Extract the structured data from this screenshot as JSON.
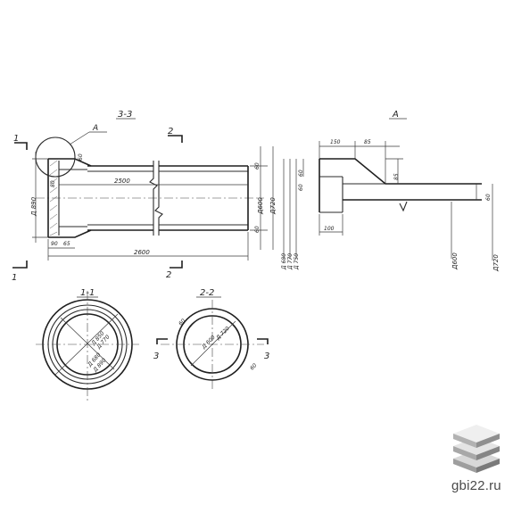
{
  "views": {
    "section_3_3": {
      "title": "3-3",
      "callout_a": "A",
      "cut_1_top": "1",
      "cut_1_bottom": "1",
      "cut_2_top": "2",
      "cut_2_bottom": "2",
      "dim_length_inner": "2500",
      "dim_length_total": "2600",
      "dim_socket_dia": "Д 890",
      "dim_barrel_dia_inner": "Д600",
      "dim_barrel_dia_outer": "Д720",
      "dim_wall_top": "60",
      "dim_wall_bottom": "60",
      "dim_socket_len_a": "90",
      "dim_socket_len_b": "65",
      "dim_socket_wall": "80",
      "dim_flange": "60",
      "dim_stack": [
        "Д 680",
        "Д 770",
        "Д 750"
      ]
    },
    "detail_a": {
      "title": "А",
      "dim_top_a": "150",
      "dim_top_b": "85",
      "dim_right_h": "85",
      "dim_right_small": "60",
      "dim_left_a": "60",
      "dim_left_b": "60",
      "dim_bottom": "100",
      "dim_dia_inner": "Д600",
      "dim_dia_outer": "Д720"
    },
    "section_1_1": {
      "title": "1-1",
      "labels": [
        "Д 850",
        "Д 770",
        "Д 680",
        "Д 890"
      ]
    },
    "section_2_2": {
      "title": "2-2",
      "cut_3_left": "3",
      "cut_3_right": "3",
      "wall_top": "60",
      "wall_bottom": "60",
      "labels": [
        "Д 600",
        "Д 720"
      ]
    }
  },
  "watermark": {
    "text": "gbi22.ru",
    "icon": "stacked-slabs-icon"
  }
}
